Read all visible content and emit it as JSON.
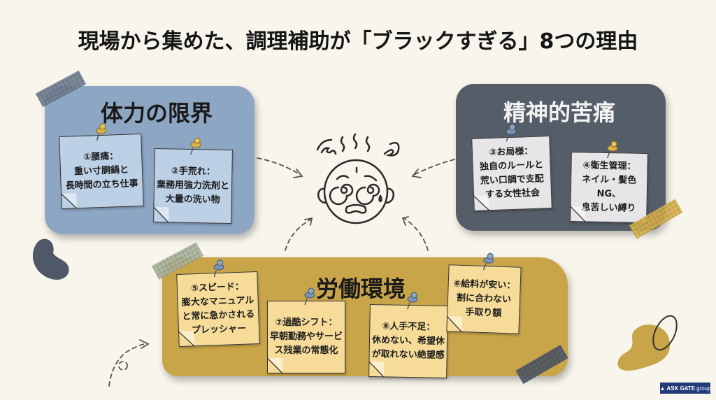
{
  "title": "現場から集めた、調理補助が「ブラックすぎる」8つの理由",
  "colors": {
    "background": "#f8f5ec",
    "physical_panel": "#8da6c4",
    "mental_panel": "#555d69",
    "labor_panel": "#c9a54a",
    "note_blue": "#bcd0e6",
    "note_gray": "#e6e6e8",
    "note_yellow": "#f6dc98",
    "logo": "#233a78"
  },
  "center_icon": "stressed-dizzy-face-icon",
  "categories": [
    {
      "id": "physical",
      "title": "体力の限界",
      "notes": [
        {
          "heading": "①腰痛：",
          "lines": [
            "重い寸胴鍋と",
            "長時間の立ち仕事"
          ]
        },
        {
          "heading": "②手荒れ：",
          "lines": [
            "業務用強力洗剤と",
            "大量の洗い物"
          ]
        }
      ]
    },
    {
      "id": "mental",
      "title": "精神的苦痛",
      "notes": [
        {
          "heading": "③お局様：",
          "lines": [
            "独自のルールと",
            "荒い口調で支配",
            "する女性社会"
          ]
        },
        {
          "heading": "④衛生管理：",
          "lines": [
            "ネイル・髪色NG、",
            "息苦しい縛り"
          ]
        }
      ]
    },
    {
      "id": "labor",
      "title": "労働環境",
      "notes": [
        {
          "heading": "⑤スピード：",
          "lines": [
            "膨大なマニュアル",
            "と常に急かされる",
            "プレッシャー"
          ]
        },
        {
          "heading": "⑥給料が安い：",
          "lines": [
            "割に合わない",
            "手取り額"
          ]
        },
        {
          "heading": "⑦過酷シフト：",
          "lines": [
            "早朝勤務やサービ",
            "ス残業の常態化"
          ]
        },
        {
          "heading": "⑧人手不足：",
          "lines": [
            "休めない、希望休",
            "が取れない絶望感"
          ]
        }
      ]
    }
  ],
  "logo": {
    "brand": "ASK GATE",
    "suffix": "group"
  }
}
